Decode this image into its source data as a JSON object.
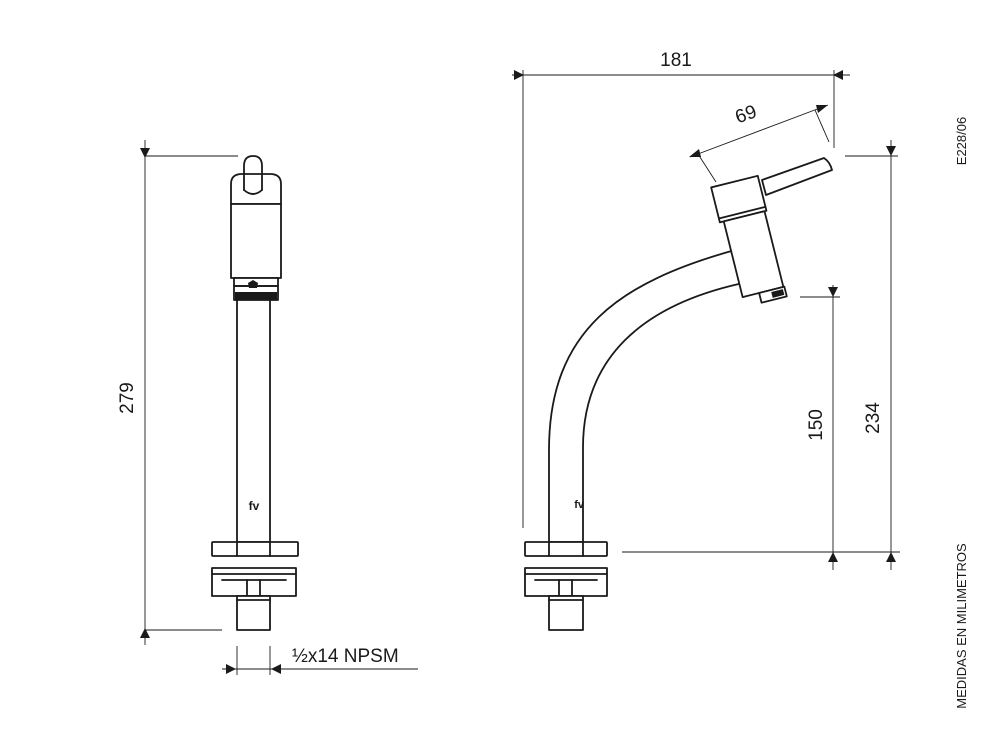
{
  "dimensions": {
    "total_height_left": "279",
    "thread": "½x14 NPSM",
    "width": "181",
    "handle": "69",
    "spout_height": "150",
    "total_height_right": "234"
  },
  "notes": {
    "code": "E228/06",
    "units": "MEDIDAS EN MILIMETROS"
  },
  "logo_text": "fv"
}
